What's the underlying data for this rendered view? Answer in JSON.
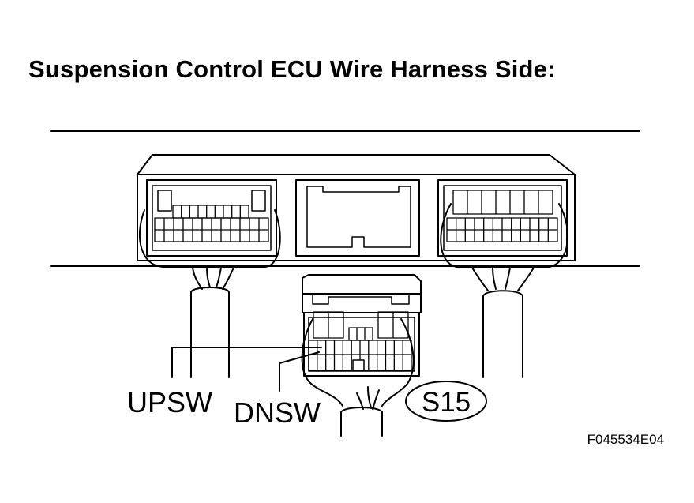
{
  "title": "Suspension Control ECU Wire Harness Side:",
  "labels": {
    "upsw": "UPSW",
    "dnsw": "DNSW",
    "connector": "S15",
    "figure_id": "F045534E04"
  }
}
